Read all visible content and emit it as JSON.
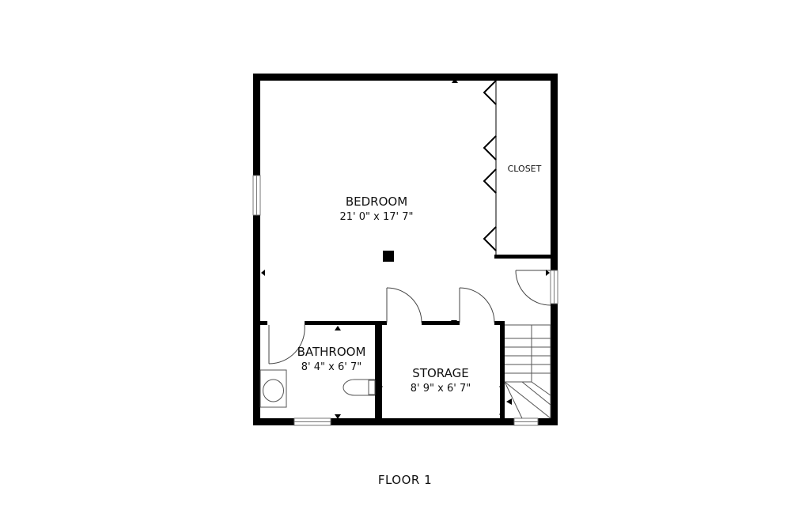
{
  "rooms": {
    "bedroom": {
      "name": "BEDROOM",
      "dims": "21' 0\" x 17' 7\""
    },
    "closet": {
      "name": "CLOSET"
    },
    "bathroom": {
      "name": "BATHROOM",
      "dims": "8' 4\" x 6' 7\""
    },
    "storage": {
      "name": "STORAGE",
      "dims": "8' 9\" x 6' 7\""
    }
  },
  "floor_label": "FLOOR 1",
  "colors": {
    "wall": "#000000",
    "background": "#ffffff",
    "line": "#555555"
  }
}
